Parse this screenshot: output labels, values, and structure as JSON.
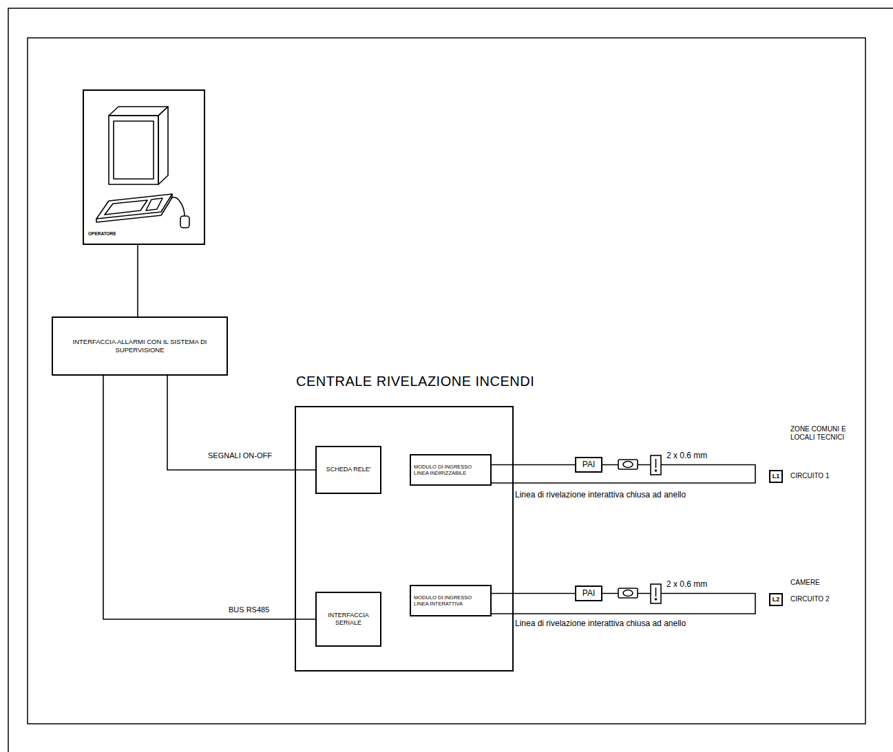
{
  "diagram": {
    "nodes": [
      {
        "text": [
          "OPERATORE"
        ]
      },
      {
        "text": [
          "INTERFACCIA ALLARMI CON IL SISTEMA DI SUPERVISIONE"
        ]
      },
      {
        "text": [
          "CENTRALE RIVELAZIONE INCENDI"
        ]
      },
      {
        "text": [
          "SCHEDA RELE'"
        ],
        "in": 2
      },
      {
        "text": [
          "MODULO DI INGRESSO LINEA INDIRIZZABILE"
        ],
        "in": 2
      },
      {
        "text": [
          "INTERFACCIA SERIALE"
        ],
        "in": 2
      },
      {
        "text": [
          "MODULO DI INGRESSO LINEA INTERATTIVA"
        ],
        "in": 2
      },
      {
        "text": [
          "PAI"
        ]
      },
      {
        "text": [
          "PAI"
        ]
      },
      {
        "text": [
          "L1"
        ]
      },
      {
        "text": [
          "L2"
        ]
      }
    ],
    "edges": [
      {
        "from": 0,
        "to": 1,
        "arrow": "none"
      },
      {
        "from": 1,
        "to": 3,
        "label": "SEGNALI ON-OFF",
        "arrow": "none"
      },
      {
        "from": 1,
        "to": 5,
        "label": "BUS RS485",
        "arrow": "none"
      },
      {
        "from": 4,
        "to": 7,
        "arrow": "none"
      },
      {
        "from": 7,
        "to": 4,
        "arrow": "none"
      },
      {
        "from": 6,
        "to": 8,
        "arrow": "none"
      },
      {
        "from": 8,
        "to": 6,
        "arrow": "none"
      }
    ],
    "labels": [
      "2 x 0.6 mm",
      "Linea di rivelazione interattiva chiusa ad anello",
      "2 x 0.6 mm",
      "Linea di rivelazione interattiva chiusa ad anello",
      "ZONE COMUNI E LOCALI TECNICI",
      "CIRCUITO 1",
      "CAMERE",
      "CIRCUITO 2"
    ]
  }
}
